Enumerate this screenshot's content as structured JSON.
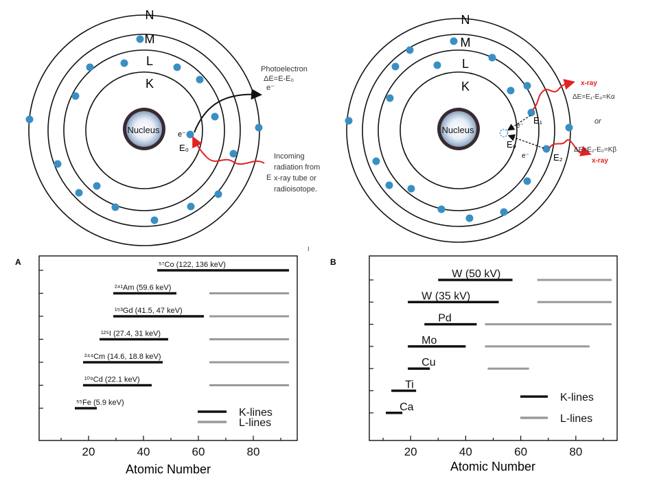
{
  "colors": {
    "electron": "#3a8fc2",
    "shell": "#111111",
    "radiation": "#e32222",
    "k_line": "#111111",
    "l_line": "#999999",
    "nucleus_ring": "#3a2a32"
  },
  "atom_left": {
    "shells": [
      "K",
      "L",
      "M",
      "N"
    ],
    "nucleus_label": "Nucleus",
    "ejected_electron_label": "e⁻",
    "photoelectron_label": "Photoelectron",
    "photoelectron_energy": "ΔE=E-E₀",
    "photoelectron_symbol": "e⁻",
    "vacancy_energy_label": "E₀",
    "incoming_energy_label": "E",
    "incoming_text": [
      "Incoming",
      "radiation from",
      "x-ray tube or",
      "radioisotope."
    ]
  },
  "atom_right": {
    "shells": [
      "K",
      "L",
      "M",
      "N"
    ],
    "nucleus_label": "Nucleus",
    "vacancy_label": "E₀",
    "l_electron_label": "e⁻",
    "l_energy_label": "E₁",
    "m_electron_label": "e⁻",
    "m_energy_label": "E₂",
    "xray_top_label": "x-ray",
    "xray_bottom_label": "x-ray",
    "ka_equation": "ΔE=E₁-E₀=Kα",
    "or_label": "or",
    "kb_equation": "ΔE=E₂-E₀=Kβ"
  },
  "stray_mark": "I",
  "chart_data": [
    {
      "panel_label": "A",
      "type": "bar",
      "xlabel": "Atomic Number",
      "xticks": [
        20,
        40,
        60,
        80
      ],
      "xlim": [
        2,
        96
      ],
      "series": [
        {
          "name": "⁵⁷Co (122, 136 keV)",
          "k": [
            45,
            93
          ],
          "l": null
        },
        {
          "name": "²⁴¹Am (59.6 keV)",
          "k": [
            29,
            52
          ],
          "l": [
            64,
            93
          ]
        },
        {
          "name": "¹⁵³Gd (41.5, 47 keV)",
          "k": [
            29,
            62
          ],
          "l": [
            64,
            93
          ]
        },
        {
          "name": "¹²⁵I (27.4, 31 keV)",
          "k": [
            24,
            49
          ],
          "l": [
            64,
            93
          ]
        },
        {
          "name": "²⁴⁴Cm (14.6, 18.8 keV)",
          "k": [
            18,
            47
          ],
          "l": [
            64,
            93
          ]
        },
        {
          "name": "¹⁰⁹Cd (22.1 keV)",
          "k": [
            18,
            43
          ],
          "l": [
            64,
            93
          ]
        },
        {
          "name": "⁵⁵Fe (5.9 keV)",
          "k": [
            15,
            23
          ],
          "l": null
        }
      ],
      "legend": [
        {
          "name": "K-lines",
          "color": "#111111"
        },
        {
          "name": "L-lines",
          "color": "#999999"
        }
      ]
    },
    {
      "panel_label": "B",
      "type": "bar",
      "xlabel": "Atomic Number",
      "xticks": [
        20,
        40,
        60,
        80
      ],
      "xlim": [
        5,
        95
      ],
      "series": [
        {
          "name": "W (50 kV)",
          "k": [
            30,
            57
          ],
          "l": [
            66,
            93
          ]
        },
        {
          "name": "W (35 kV)",
          "k": [
            19,
            52
          ],
          "l": [
            66,
            93
          ]
        },
        {
          "name": "Pd",
          "k": [
            25,
            44
          ],
          "l": [
            47,
            93
          ]
        },
        {
          "name": "Mo",
          "k": [
            19,
            40
          ],
          "l": [
            47,
            85
          ]
        },
        {
          "name": "Cu",
          "k": [
            19,
            27
          ],
          "l": [
            48,
            63
          ]
        },
        {
          "name": "Ti",
          "k": [
            13,
            22
          ],
          "l": null
        },
        {
          "name": "Ca",
          "k": [
            11,
            17
          ],
          "l": null
        }
      ],
      "legend": [
        {
          "name": "K-lines",
          "color": "#111111"
        },
        {
          "name": "L-lines",
          "color": "#999999"
        }
      ]
    }
  ]
}
